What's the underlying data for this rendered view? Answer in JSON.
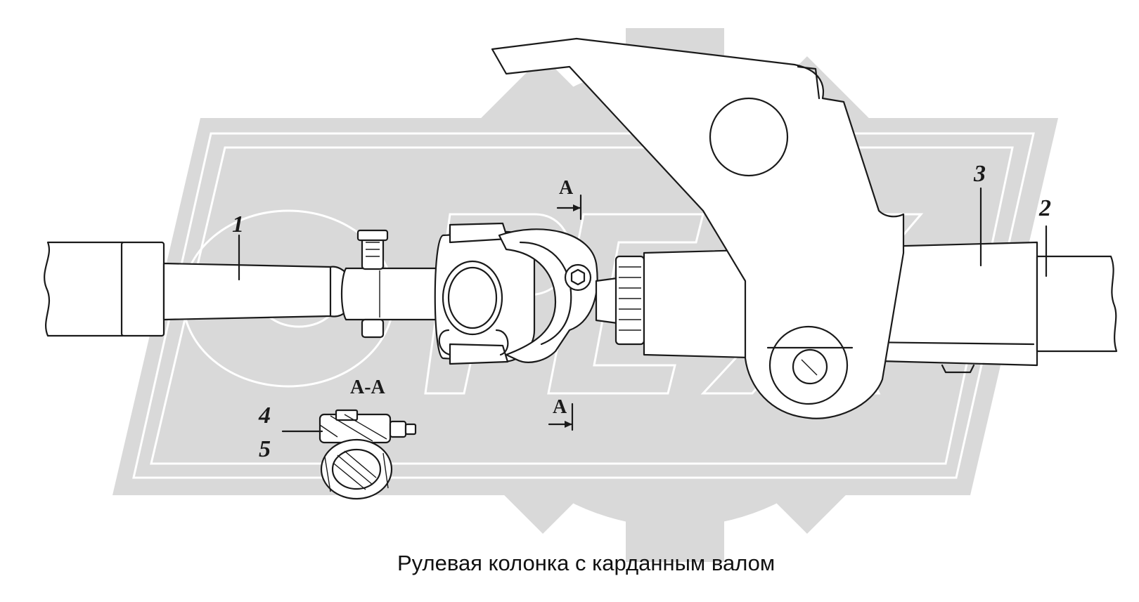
{
  "diagram": {
    "caption": "Рулевая колонка с карданным валом",
    "callouts": [
      {
        "id": "1",
        "label": "1"
      },
      {
        "id": "2",
        "label": "2"
      },
      {
        "id": "3",
        "label": "3"
      },
      {
        "id": "4",
        "label": "4"
      },
      {
        "id": "5",
        "label": "5"
      }
    ],
    "section": {
      "marker_top": "А",
      "marker_bottom": "А",
      "view_title": "А-А"
    },
    "watermark": {
      "brand_text": "ОРЕХ",
      "icon": "gear-logo-icon"
    }
  }
}
